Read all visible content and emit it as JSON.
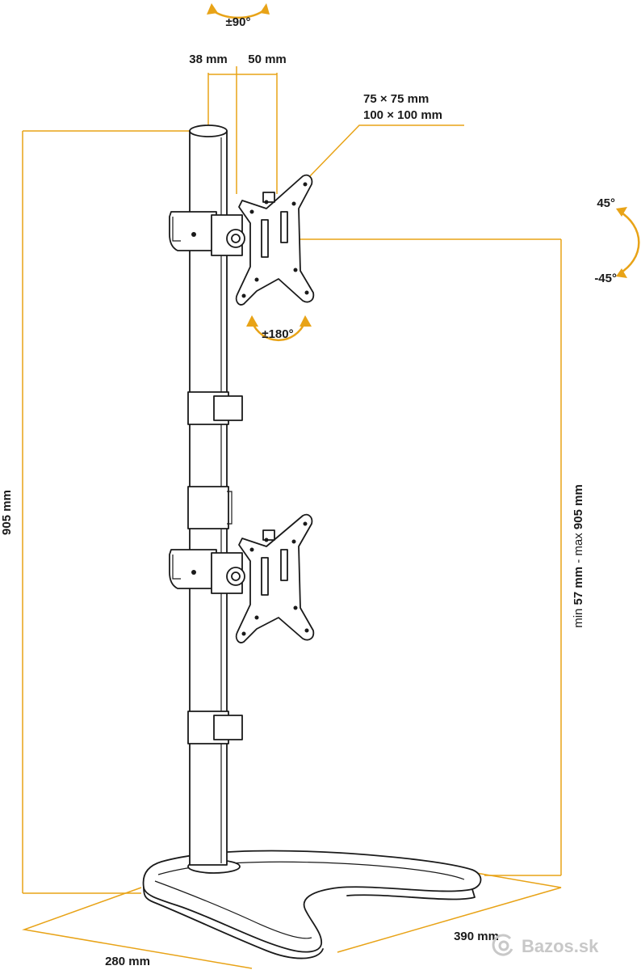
{
  "labels": {
    "swivel": "±90°",
    "pole_diameter": "38 mm",
    "offset": "50 mm",
    "vesa_small": "75 × 75 mm",
    "vesa_large": "100 × 100 mm",
    "tilt_up": "45°",
    "tilt_down": "-45°",
    "rotation": "±180°",
    "total_height": "905 mm",
    "height_range": {
      "prefix": "min ",
      "min": "57 mm",
      "separator": " - max ",
      "max": "905 mm"
    },
    "base_depth": "280 mm",
    "base_width": "390 mm"
  },
  "watermark": {
    "text": "Bazos.sk"
  },
  "colors": {
    "accent": "#e8a317",
    "ink": "#1a1a1a",
    "background": "#ffffff",
    "watermark": "#c8c8c8"
  },
  "icons": {
    "rotation_arrow": "curved-double-arrow",
    "watermark_logo": "at-sign-logo"
  }
}
